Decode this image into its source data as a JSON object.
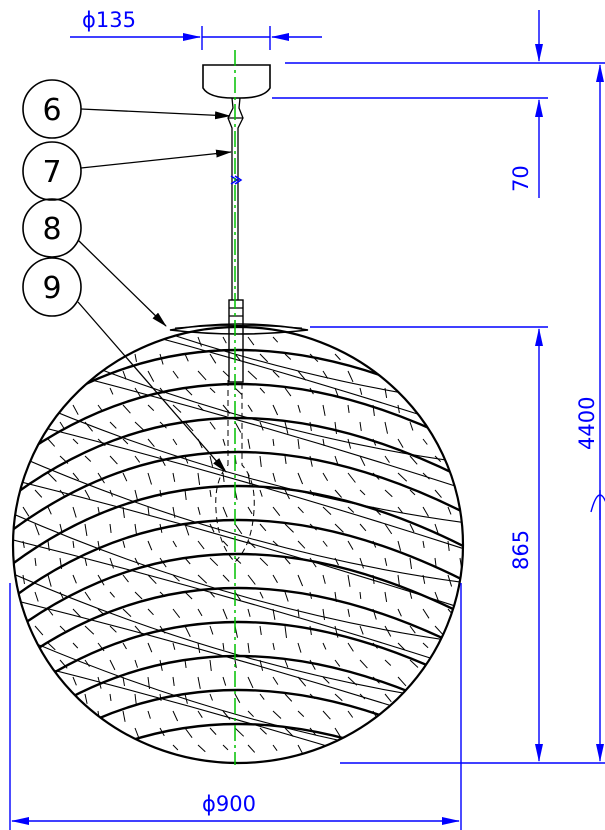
{
  "drawing": {
    "callouts": [
      {
        "label": "6"
      },
      {
        "label": "7"
      },
      {
        "label": "8"
      },
      {
        "label": "9"
      }
    ],
    "dimensions": {
      "canopy_diameter": "ϕ135",
      "canopy_height": "70",
      "overall_length": "4400",
      "shade_height": "865",
      "shade_diameter": "ϕ900"
    },
    "colors": {
      "dimension": "#0000ff",
      "linework": "#000000",
      "centerline": "#00c000"
    }
  }
}
